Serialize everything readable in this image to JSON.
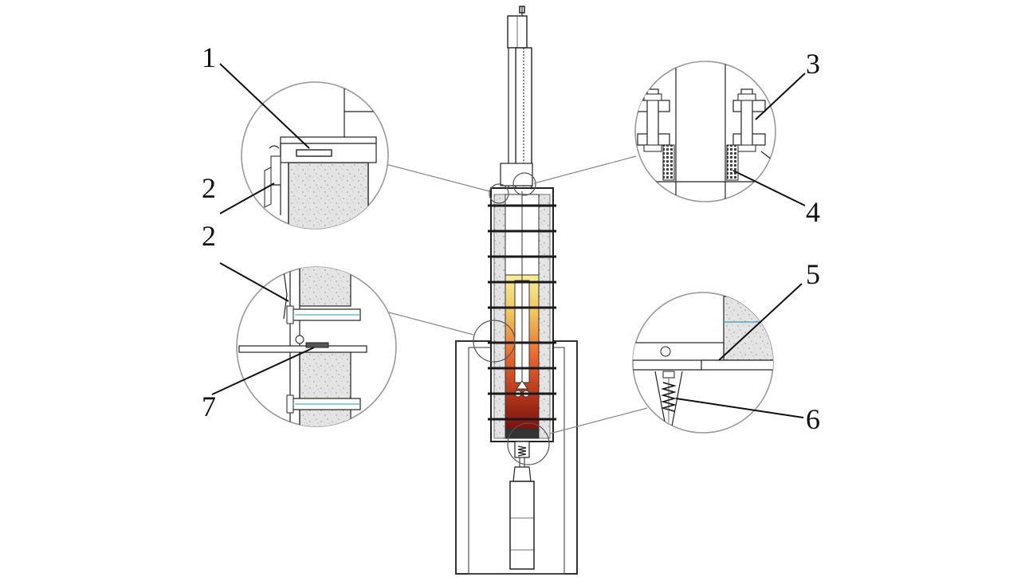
{
  "labels": {
    "l1": "1",
    "l2a": "2",
    "l2b": "2",
    "l3": "3",
    "l4": "4",
    "l5": "5",
    "l6": "6",
    "l7": "7"
  },
  "colors": {
    "insulation": "#d6d6d6",
    "heater_yellow": "#f3e98a",
    "hot_orange": "#e8602a",
    "hot_red": "#8a1410",
    "mesh": "#555555",
    "outline": "#222222"
  }
}
